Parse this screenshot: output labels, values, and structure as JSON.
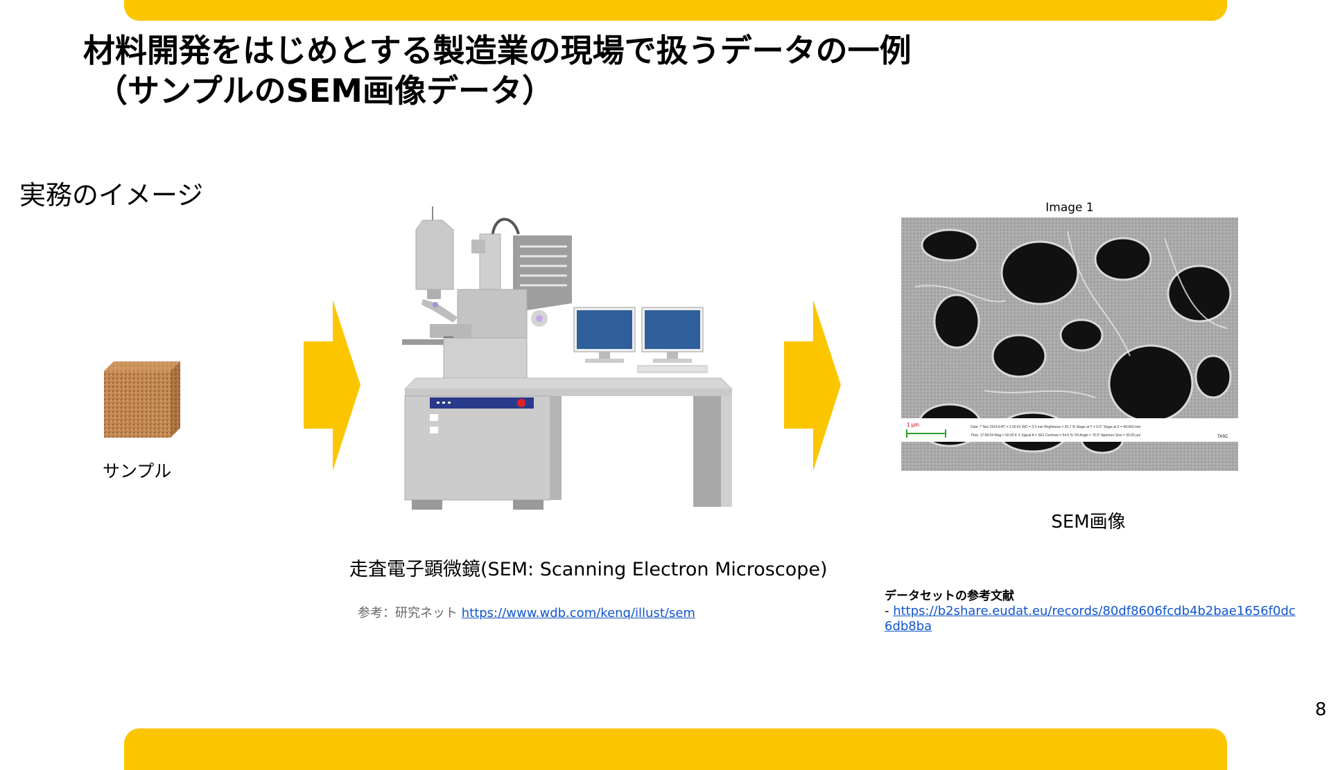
{
  "title": {
    "line1": "材料開発をはじめとする製造業の現場で扱うデータの一例",
    "line2": "（サンプルのSEM画像データ）"
  },
  "section_heading": "実務のイメージ",
  "sample": {
    "label": "サンプル"
  },
  "microscope": {
    "caption": "走査電子顕微鏡(SEM: Scanning Electron Microscope)",
    "reference_prefix": "参考：研究ネット",
    "reference_link": "https://www.wdb.com/kenq/illust/sem"
  },
  "sem_image": {
    "title": "Image 1",
    "label": "SEM画像",
    "scale_text": "1 µm",
    "info_lines": [
      "Date: 7 Nov 2014   EHT = 2.00 kV   WD = 3.5 mm   Brightness = 35.7 %   Stage at T = 0.0°   Stage at Z = 49.000 mm",
      "Time: 17:08:54   Mag = 50.00 K X   Signal A = SE2   Contrast = 54.6 %   Tilt Angle = 70.0°   Aperture Size = 30.00 µm"
    ],
    "logo": "TASC"
  },
  "dataset_reference": {
    "heading": "データセットの参考文献",
    "dash": "- ",
    "link": "https://b2share.eudat.eu/records/80df8606fcdb4b2bae1656f0dc6db8ba"
  },
  "page_number": "8",
  "colors": {
    "accent": "#FBC600",
    "link": "#1155cc"
  }
}
